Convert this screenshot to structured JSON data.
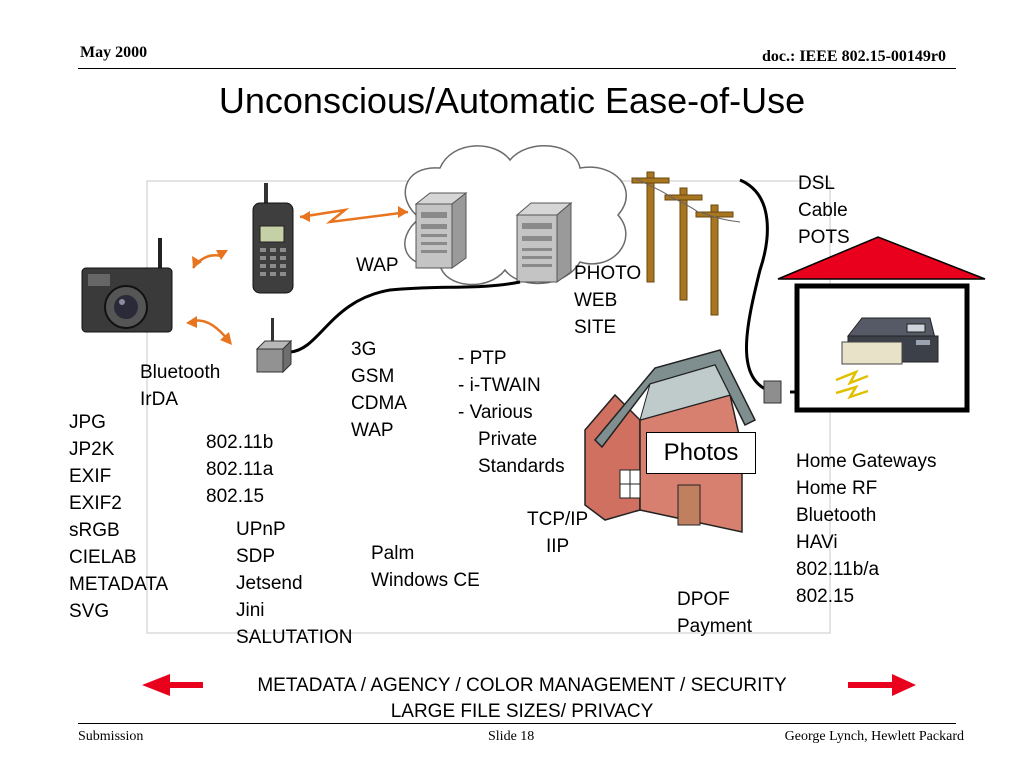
{
  "header": {
    "date": "May 2000",
    "doc": "doc.: IEEE 802.15-00149r0"
  },
  "title": "Unconscious/Automatic Ease-of-Use",
  "labels": {
    "dsl_group": [
      "DSL",
      "Cable",
      "POTS"
    ],
    "wap": "WAP",
    "photo_site": [
      "PHOTO",
      "WEB",
      "SITE"
    ],
    "cellular": [
      "3G",
      "GSM",
      "CDMA",
      "WAP"
    ],
    "protocols": [
      "- PTP",
      "- i-TWAIN",
      "- Various",
      "Private",
      "Standards"
    ],
    "short_range": [
      "Bluetooth",
      "IrDA"
    ],
    "formats": [
      "JPG",
      "JP2K",
      "EXIF",
      "EXIF2",
      "sRGB",
      "CIELAB",
      "METADATA",
      "SVG"
    ],
    "wlan": [
      "802.11b",
      "802.11a",
      "802.15"
    ],
    "discovery": [
      "UPnP",
      "SDP",
      "Jetsend",
      "Jini",
      "SALUTATION"
    ],
    "os": [
      "Palm",
      "Windows CE"
    ],
    "network": [
      "TCP/IP",
      "IIP"
    ],
    "photos": "Photos",
    "home": [
      "Home Gateways",
      "Home RF",
      "Bluetooth",
      "HAVi",
      "802.11b/a",
      "802.15"
    ],
    "dpof": [
      "DPOF",
      "Payment"
    ]
  },
  "banner": {
    "line1": "METADATA / AGENCY / COLOR MANAGEMENT / SECURITY",
    "line2": "LARGE FILE SIZES/ PRIVACY"
  },
  "footer": {
    "left": "Submission",
    "center": "Slide 18",
    "right": "George Lynch, Hewlett Packard"
  },
  "colors": {
    "arrow_orange": "#e8741f",
    "red": "#e8001c",
    "house_wall": "#d07060",
    "pole": "#9a6a20"
  }
}
